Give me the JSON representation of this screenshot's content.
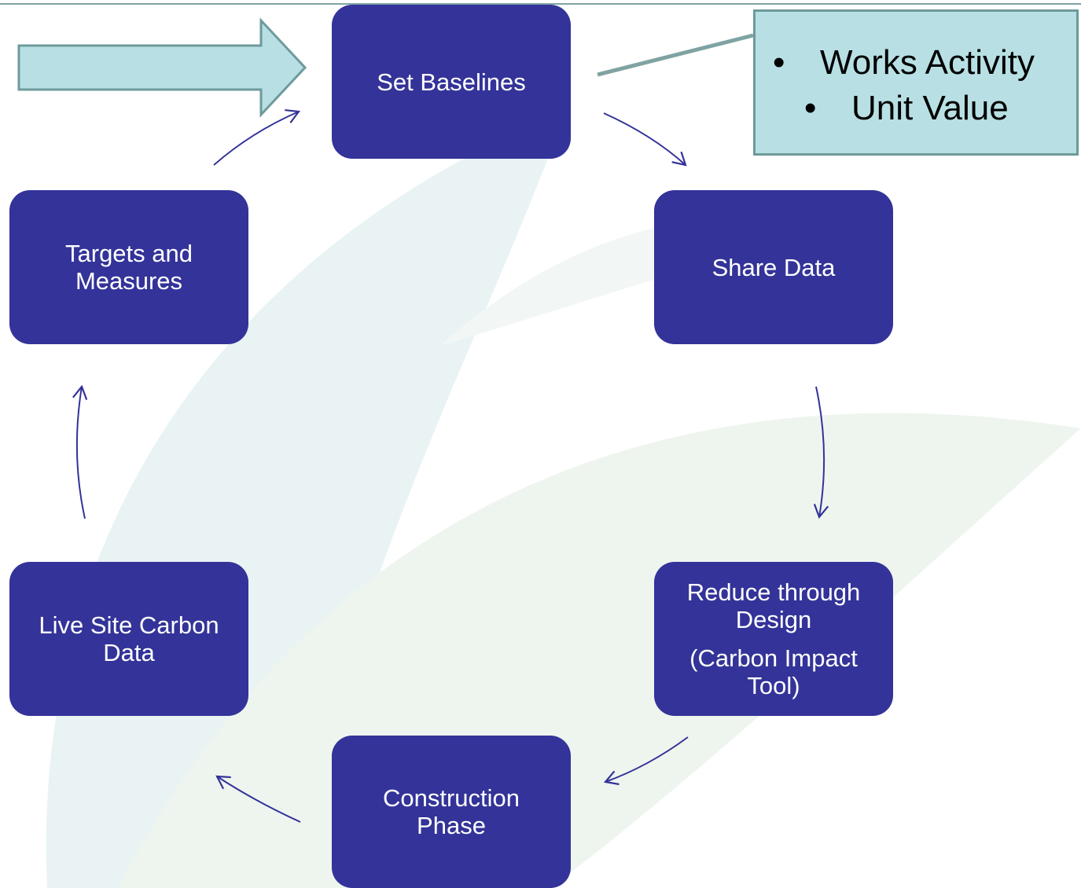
{
  "diagram": {
    "nodes": {
      "set_baselines": {
        "label": "Set Baselines"
      },
      "share_data": {
        "label": "Share Data"
      },
      "reduce_design": {
        "label": "Reduce through Design",
        "sub_label": "(Carbon Impact Tool)"
      },
      "construction": {
        "label": "Construction Phase"
      },
      "live_site": {
        "label": "Live Site Carbon Data"
      },
      "targets": {
        "label": "Targets and Measures"
      }
    },
    "callout": {
      "bullet_symbol": "•",
      "items": [
        "Works Activity",
        "Unit Value"
      ]
    },
    "colors": {
      "node_fill": "#333399",
      "node_text": "#ffffff",
      "arrow_stroke": "#333399",
      "callout_fill": "#b8e0e4",
      "callout_border": "#6e9a9c",
      "leaf_light": "#e8f3f3",
      "leaf_green": "#eef5ee"
    }
  }
}
